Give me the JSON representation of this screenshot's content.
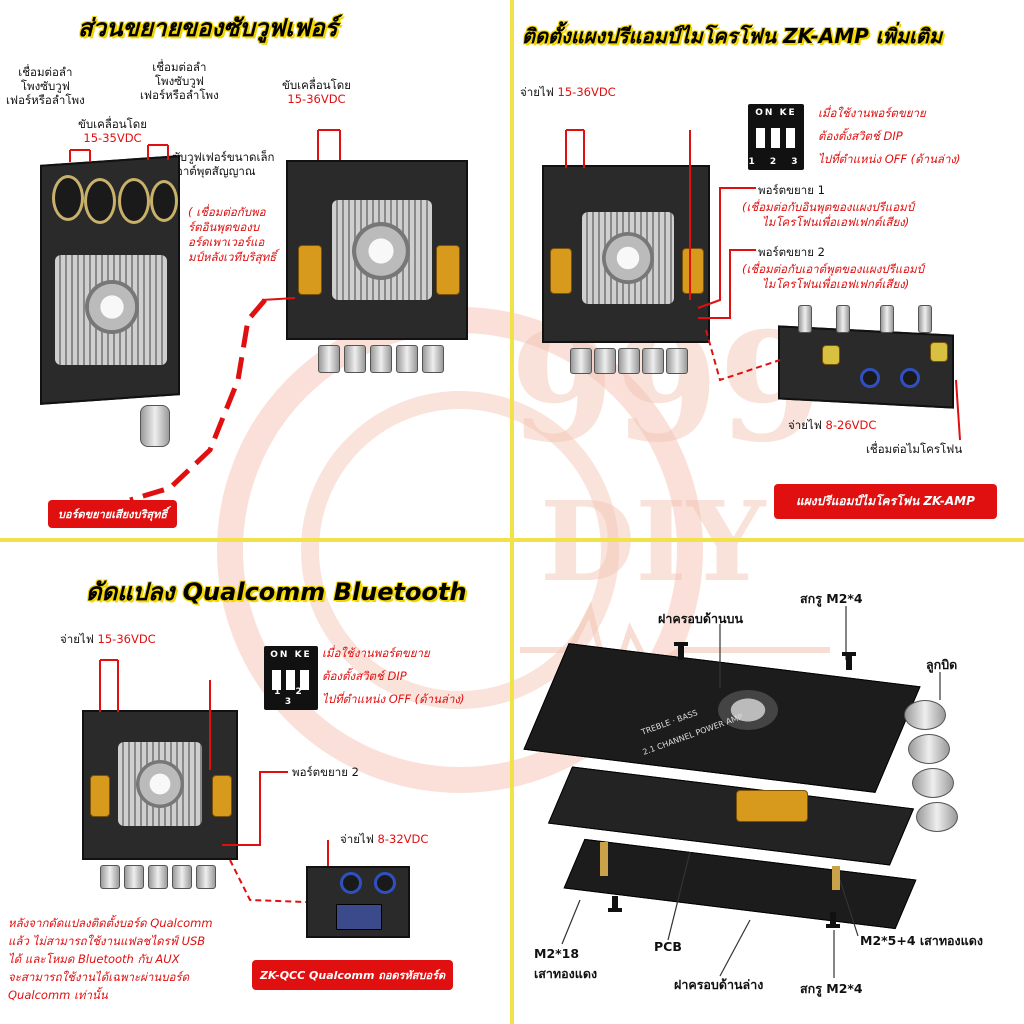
{
  "watermark": {
    "text_top": "999",
    "text_bottom": "DIY"
  },
  "q1": {
    "title": "ส่วนขยายของซับวูฟเฟอร์",
    "label_connect_sub_a": [
      "เชื่อมต่อลำ",
      "โพงซับวูฟ",
      "เฟอร์หรือลำโพง"
    ],
    "label_connect_sub_b": [
      "เชื่อมต่อลำ",
      "โพงซับวูฟ",
      "เฟอร์หรือลำโพง"
    ],
    "label_power_small": "ขับเคลื่อนโดย",
    "label_power_small_v": "15-35VDC",
    "label_power_main": "ขับเคลื่อนโดย",
    "label_power_main_v": "15-36VDC",
    "label_small_sub": [
      "ซับวูฟเฟอร์ขนาดเล็ก",
      "เอาต์พุตสัญญาณ"
    ],
    "red_note": [
      "( เชื่อมต่อกับพอ",
      "ร์ตอินพุตของบ",
      "อร์ดเพาเวอร์แอ",
      "มป์หลังเวทีบริสุทธิ์"
    ],
    "badge": "บอร์ดขยายเสียงบริสุทธิ์"
  },
  "q2": {
    "title": "ติดตั้งแผงปรีแอมป์ไมโครโฟน ZK-AMP เพิ่มเติม",
    "power_label": "จ่ายไฟ",
    "power_v": "15-36VDC",
    "dip": {
      "top": "ON KE",
      "bottom": "1 2 3"
    },
    "dip_note": [
      "เมื่อใช้งานพอร์ตขยาย",
      "ต้องตั้งสวิตช์ DIP",
      "ไปที่ตำแหน่ง OFF (ด้านล่าง)"
    ],
    "port1": "พอร์ตขยาย 1",
    "port1_note": [
      "(เชื่อมต่อกับอินพุตของแผงปรีแอมป์",
      "ไมโครโฟนเพื่อเอฟเฟกต์เสียง)"
    ],
    "port2": "พอร์ตขยาย 2",
    "port2_note": [
      "(เชื่อมต่อกับเอาต์พุตของแผงปรีแอมป์",
      "ไมโครโฟนเพื่อเอฟเฟกต์เสียง)"
    ],
    "power2_label": "จ่ายไฟ",
    "power2_v": "8-26VDC",
    "mic_label": "เชื่อมต่อไมโครโฟน",
    "badge": "แผงปรีแอมป์ไมโครโฟน ZK-AMP"
  },
  "q3": {
    "title": "ดัดแปลง Qualcomm Bluetooth",
    "power_label": "จ่ายไฟ",
    "power_v": "15-36VDC",
    "dip": {
      "top": "ON KE",
      "bottom": "1 2 3"
    },
    "dip_note": [
      "เมื่อใช้งานพอร์ตขยาย",
      "ต้องตั้งสวิตช์ DIP",
      "ไปที่ตำแหน่ง OFF (ด้านล่าง)"
    ],
    "port2": "พอร์ตขยาย 2",
    "power2_label": "จ่ายไฟ",
    "power2_v": "8-32VDC",
    "red_note": [
      "หลังจากดัดแปลงติดตั้งบอร์ด Qualcomm",
      "แล้ว ไม่สามารถใช้งานแฟลชไดรฟ์ USB",
      "ได้ และโหมด Bluetooth กับ AUX",
      "จะสามารถใช้งานได้เฉพาะผ่านบอร์ด",
      "Qualcomm เท่านั้น"
    ],
    "badge": "ZK-QCC Qualcomm ถอดรหัสบอร์ด"
  },
  "q4": {
    "top_cover": "ฝาครอบด้านบน",
    "screw_top": "สกรู M2*4",
    "knob": "ลูกบิด",
    "m2_18": "M2*18",
    "m2_18_sub": "เสาทองแดง",
    "pcb": "PCB",
    "bottom_cover": "ฝาครอบด้านล่าง",
    "screw_bottom": "สกรู M2*4",
    "m2_5": "M2*5+4 เสาทองแดง",
    "panel_text": [
      "TREBLE · BASS",
      "2.1 CHANNEL POWER AMP"
    ]
  }
}
